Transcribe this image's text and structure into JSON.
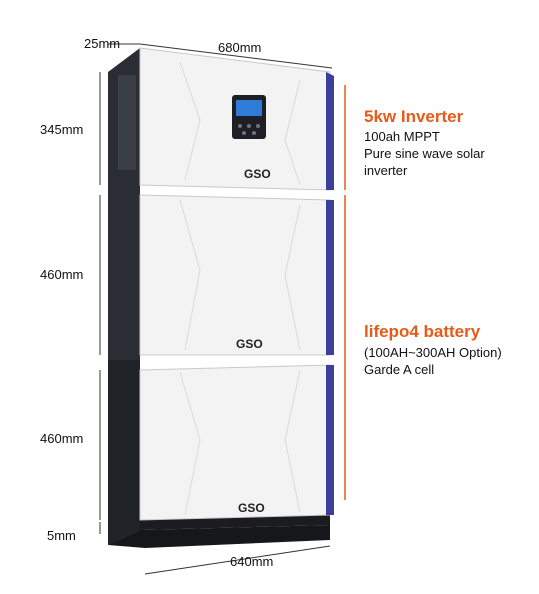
{
  "dimensions": {
    "depth_top": "25mm",
    "width_top": "680mm",
    "height_inverter": "345mm",
    "height_battery_1": "460mm",
    "height_battery_2": "460mm",
    "gap_bottom": "5mm",
    "width_bottom": "640mm"
  },
  "inverter": {
    "heading": "5kw Inverter",
    "lines": [
      "100ah MPPT",
      "Pure sine wave solar",
      "inverter"
    ]
  },
  "battery": {
    "heading": "lifepo4 battery",
    "lines": [
      "(100AH~300AH Option)",
      "Garde A cell"
    ]
  },
  "brand": {
    "logo_text": "GSO"
  },
  "colors": {
    "accent_orange": "#e65a1a",
    "panel_white": "#f3f3f3",
    "frame_dark": "#2a2d33",
    "edge_blue": "#3a3f9a"
  }
}
